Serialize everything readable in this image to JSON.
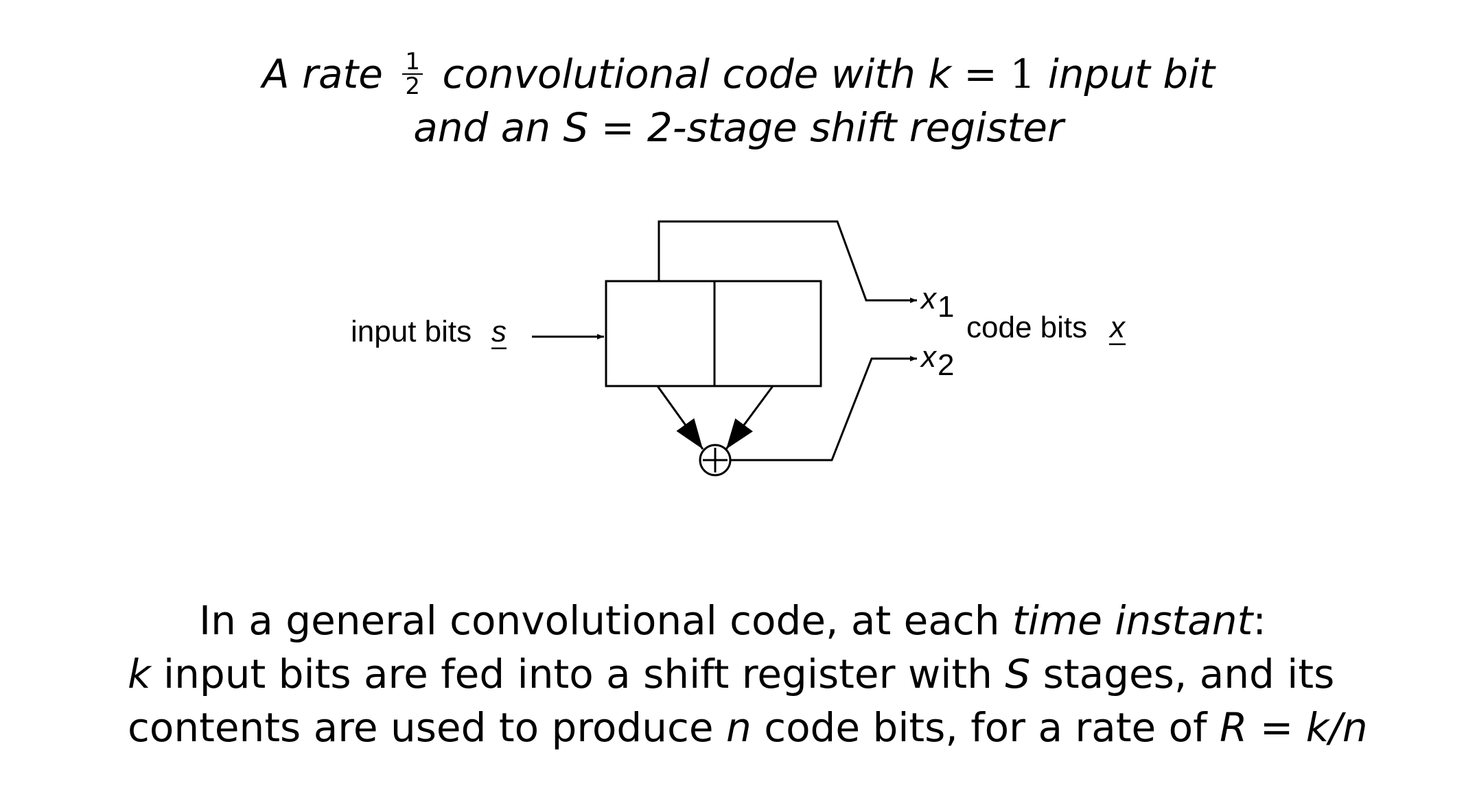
{
  "title": {
    "line1": {
      "a": "A rate",
      "frac_num": "1",
      "frac_den": "2",
      "b": "convolutional code with",
      "k": "k",
      "eq": "=",
      "one": "1",
      "c": "input bit"
    },
    "line2": {
      "a": "and an",
      "s": "S",
      "eq": "=",
      "b": "2-stage shift register"
    }
  },
  "diagram": {
    "input_text": "input bits",
    "input_var": "s",
    "output_text": "code bits",
    "output_var": "x",
    "x1": "x",
    "x1_sub": "1",
    "x2": "x",
    "x2_sub": "2"
  },
  "paragraph": {
    "line1_a": "In a general convolutional code, at each",
    "line1_em": "time instant",
    "line1_b": ":",
    "line2_k": "k",
    "line2_a": "input bits are fed into a shift register with",
    "line2_s": "S",
    "line2_b": "stages, and its",
    "line3_a": "contents are used to produce",
    "line3_n": "n",
    "line3_b": "code bits, for a rate of",
    "line3_formula": "R = k/n"
  }
}
